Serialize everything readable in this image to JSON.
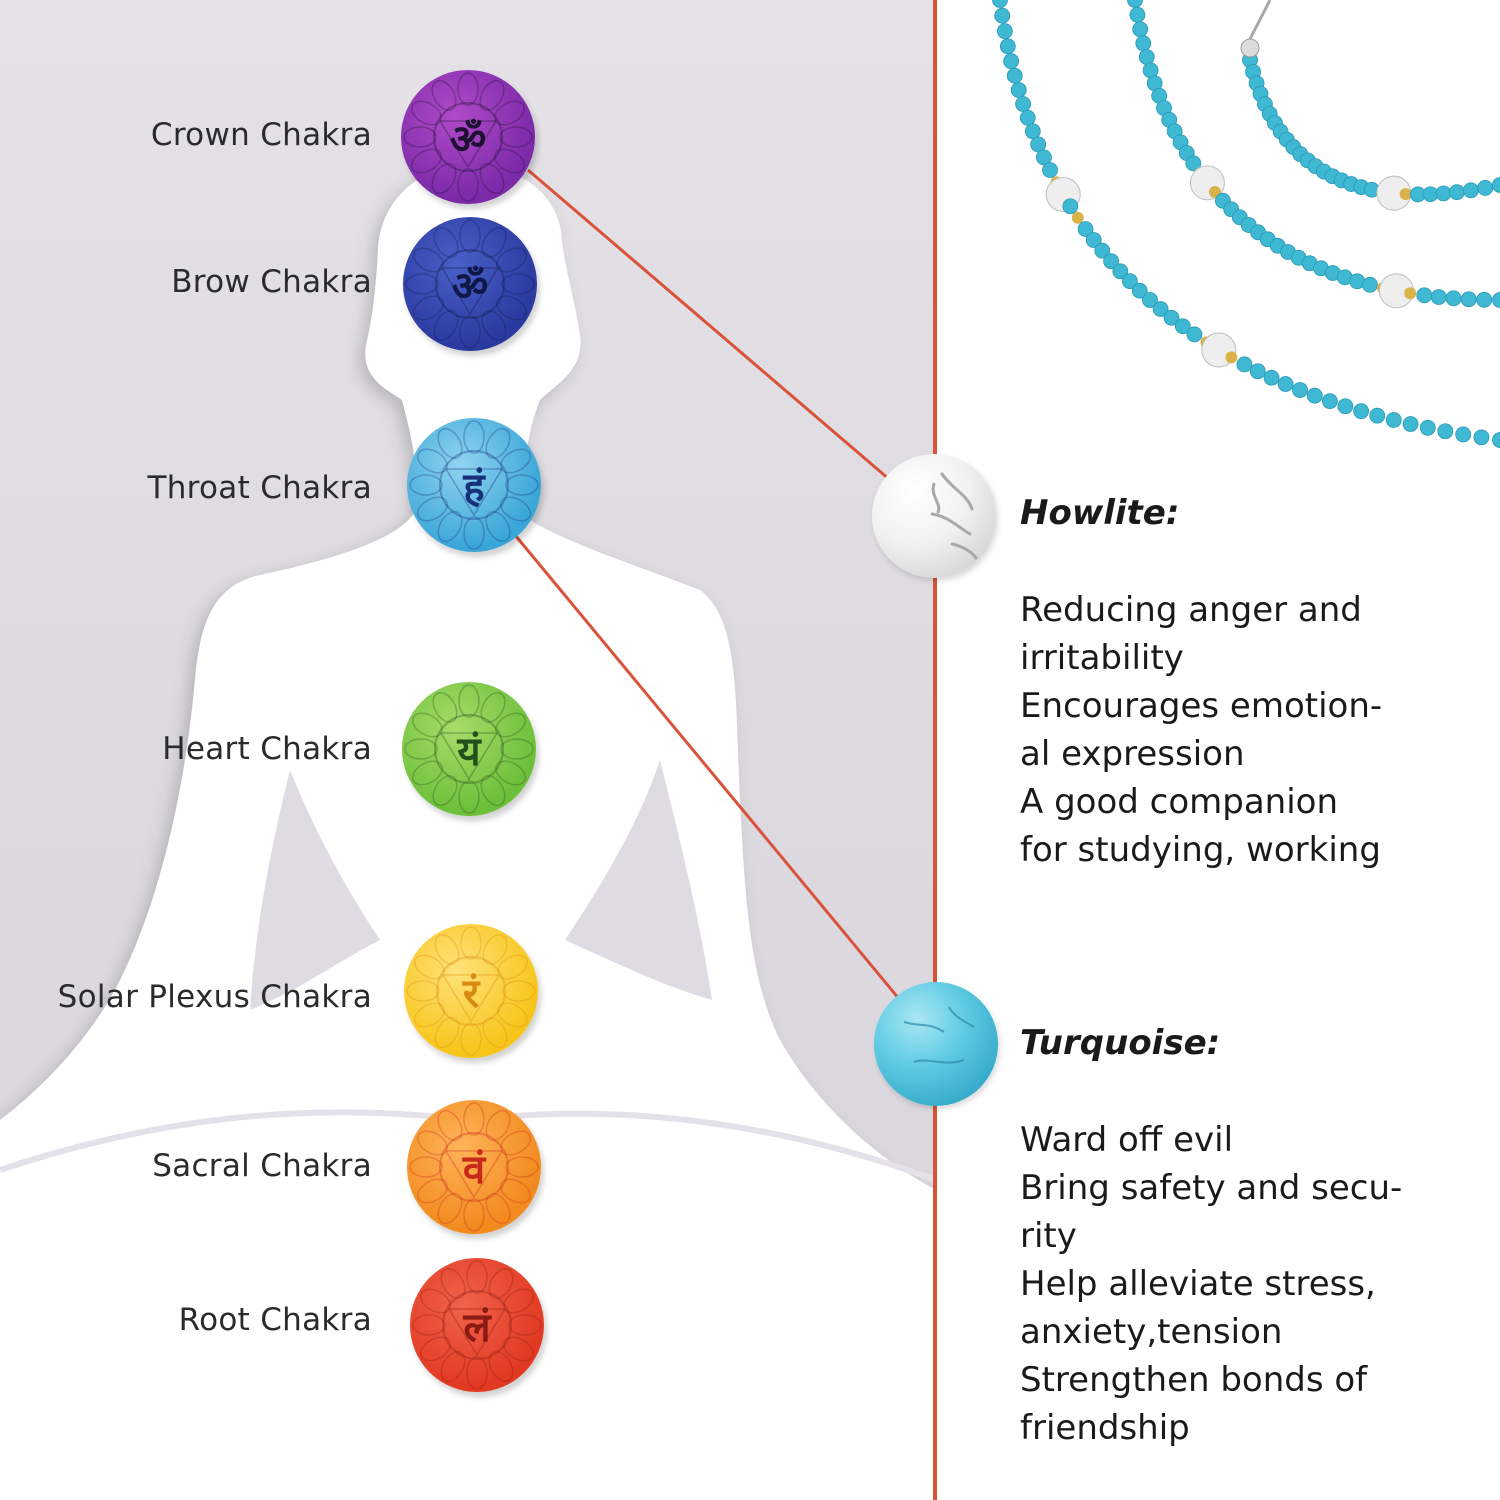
{
  "chakras": [
    {
      "label": "Crown Chakra",
      "symbol": "ॐ",
      "color": "#7b2aa8",
      "accent": "#b04ac8",
      "glyph_color": "#1e1030"
    },
    {
      "label": "Brow Chakra",
      "symbol": "ॐ",
      "color": "#2b3aa0",
      "accent": "#4860c8",
      "glyph_color": "#101848"
    },
    {
      "label": "Throat Chakra",
      "symbol": "हं",
      "color": "#3aa6d8",
      "accent": "#8fd3ef",
      "glyph_color": "#17307a"
    },
    {
      "label": "Heart Chakra",
      "symbol": "यं",
      "color": "#6cbf3a",
      "accent": "#a8dc6a",
      "glyph_color": "#23501a"
    },
    {
      "label": "Solar Plexus Chakra",
      "symbol": "रं",
      "color": "#f7c51a",
      "accent": "#ffe27a",
      "glyph_color": "#d88a10"
    },
    {
      "label": "Sacral Chakra",
      "symbol": "वं",
      "color": "#f28a1e",
      "accent": "#ffb45a",
      "glyph_color": "#c8281a"
    },
    {
      "label": "Root Chakra",
      "symbol": "लं",
      "color": "#e23a22",
      "accent": "#f0624a",
      "glyph_color": "#8a1a12"
    }
  ],
  "stones": [
    {
      "title": "Howlite:",
      "color": "#f2f2f2",
      "lines": [
        "Reducing anger and",
        "irritability",
        "Encourages emotion-",
        "al expression",
        "A good companion",
        "for studying, working"
      ]
    },
    {
      "title": "Turquoise:",
      "color": "#52c3de",
      "lines": [
        "Ward off evil",
        "Bring safety and secu-",
        "rity",
        "Help alleviate stress,",
        "anxiety,tension",
        "Strengthen bonds of",
        "friendship"
      ]
    }
  ],
  "colors": {
    "divider": "#d9533a",
    "connector": "#d9533a",
    "bead_turquoise": "#3fb8d4",
    "bead_gold": "#d9b24a",
    "bead_howlite": "#eeeeee"
  }
}
